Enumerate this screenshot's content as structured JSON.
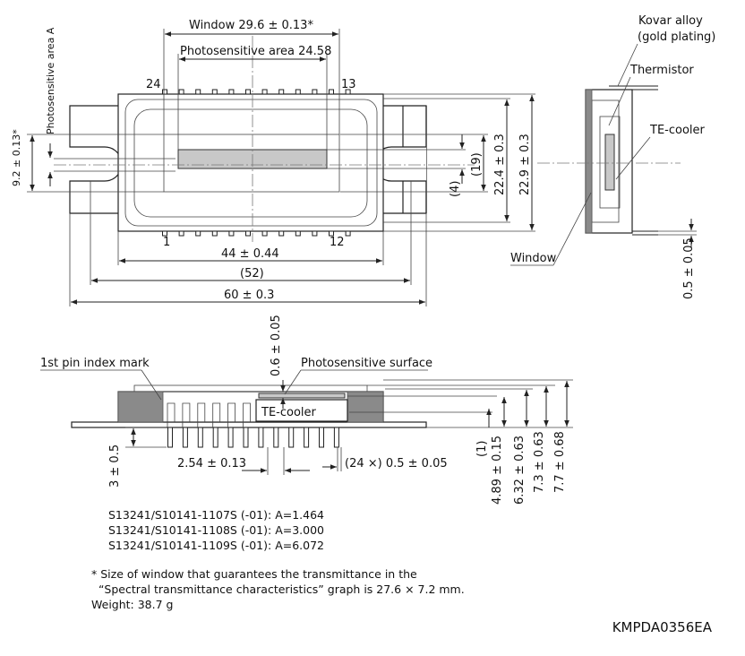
{
  "top_view": {
    "window_dim": "Window 29.6 ± 0.13*",
    "photosensitive_dim": "Photosensitive area 24.58",
    "photosensitive_area_a": "Photosensitive area A",
    "pin_24": "24",
    "pin_13": "13",
    "pin_1": "1",
    "pin_12": "12",
    "dim_44": "44 ± 0.44",
    "dim_52": "(52)",
    "dim_60": "60 ± 0.3",
    "dim_9_2": "9.2 ± 0.13*",
    "dim_19": "(19)",
    "dim_4": "(4)",
    "dim_22_4": "22.4 ± 0.3",
    "dim_22_9": "22.9 ± 0.3"
  },
  "side_view": {
    "kovar_line1": "Kovar alloy",
    "kovar_line2": "(gold plating)",
    "thermistor": "Thermistor",
    "te_cooler": "TE-cooler",
    "window": "Window",
    "dim_0_5": "0.5 ± 0.05"
  },
  "front_view": {
    "dim_0_6": "0.6 ± 0.05",
    "first_pin": "1st pin index mark",
    "photosensitive_surface": "Photosensitive surface",
    "te_cooler": "TE-cooler",
    "dim_3": "3 ± 0.5",
    "dim_2_54": "2.54 ± 0.13",
    "dim_pin": "(24 ×) 0.5 ± 0.05",
    "dim_1": "(1)",
    "dim_4_89": "4.89 ± 0.15",
    "dim_6_32": "6.32 ± 0.63",
    "dim_7_3": "7.3 ± 0.63",
    "dim_7_7": "7.7 ± 0.68"
  },
  "notes": {
    "models": [
      "S13241/S10141-1107S (-01): A=1.464",
      "S13241/S10141-1108S (-01): A=3.000",
      "S13241/S10141-1109S (-01): A=6.072"
    ],
    "footnote_1": "* Size of window that guarantees the transmittance in the",
    "footnote_2": "  “Spectral transmittance characteristics” graph is 27.6 × 7.2 mm.",
    "weight": "Weight: 38.7 g"
  },
  "drawing_code": "KMPDA0356EA"
}
